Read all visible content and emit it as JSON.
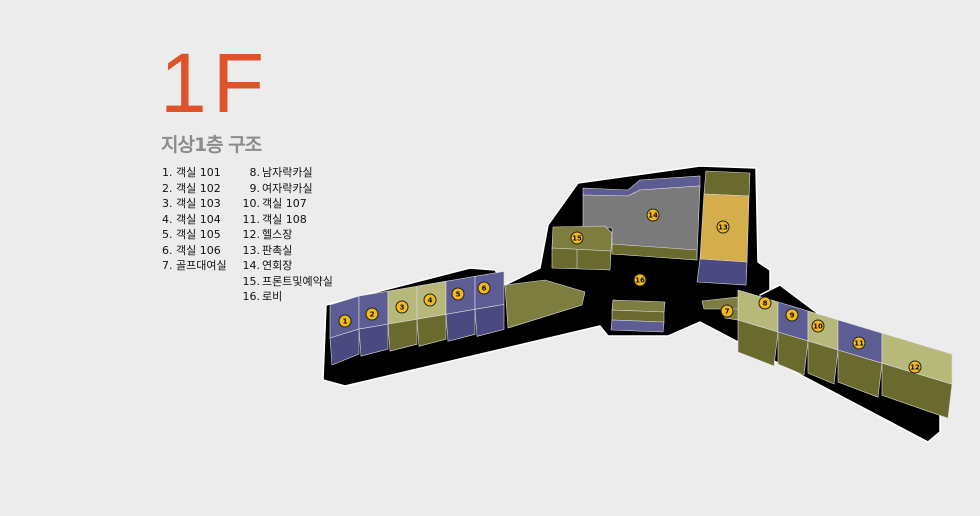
{
  "title": "1F",
  "subtitle": "지상1층 구조",
  "legend": [
    {
      "num": "1.",
      "name": "객실 101"
    },
    {
      "num": "2.",
      "name": "객실 102"
    },
    {
      "num": "3.",
      "name": "객실 103"
    },
    {
      "num": "4.",
      "name": "객실 104"
    },
    {
      "num": "5.",
      "name": "객실 105"
    },
    {
      "num": "6.",
      "name": "객실 106"
    },
    {
      "num": "7.",
      "name": "골프대여실"
    },
    {
      "num": "8.",
      "name": "남자락카실"
    },
    {
      "num": "9.",
      "name": "여자락카실"
    },
    {
      "num": "10.",
      "name": "객실 107"
    },
    {
      "num": "11.",
      "name": "객실 108"
    },
    {
      "num": "12.",
      "name": "헬스장"
    },
    {
      "num": "13.",
      "name": "판촉실"
    },
    {
      "num": "14.",
      "name": "연회장"
    },
    {
      "num": "15.",
      "name": "프론트및예약실"
    },
    {
      "num": "16.",
      "name": "로비"
    }
  ],
  "markers": [
    "1",
    "2",
    "3",
    "4",
    "5",
    "6",
    "7",
    "8",
    "9",
    "10",
    "11",
    "12",
    "13",
    "14",
    "15",
    "16"
  ],
  "colors": {
    "accent": "#e0522a",
    "purple_top": "#5d5c93",
    "purple_front": "#4b4a80",
    "olive_top": "#b7b97a",
    "olive_front": "#6a6a2e",
    "gray_hall": "#7a7a7a",
    "gold": "#d4ae4a",
    "marker": "#f2b81c"
  }
}
